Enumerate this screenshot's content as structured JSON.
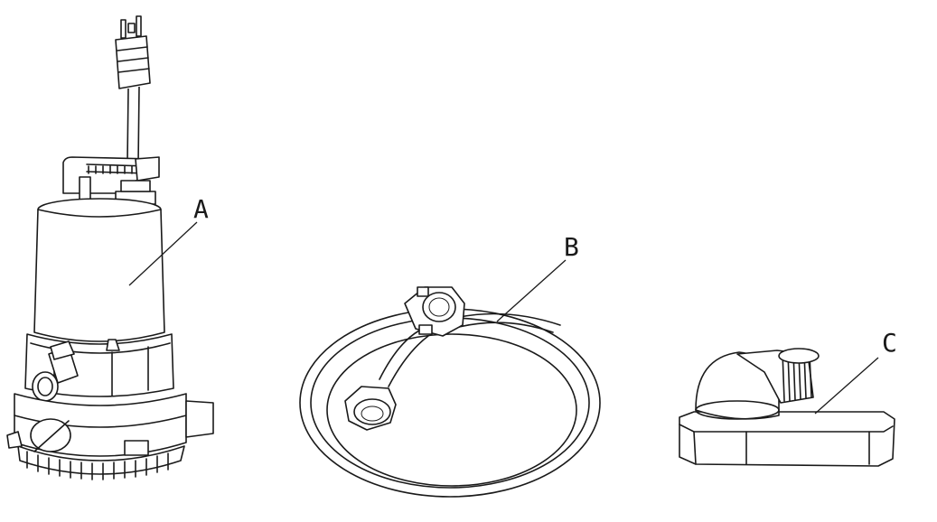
{
  "parts": [
    {
      "id": "A",
      "label": "A"
    },
    {
      "id": "B",
      "label": "B"
    },
    {
      "id": "C",
      "label": "C"
    }
  ],
  "colors": {
    "line": "#1a1a1a",
    "background": "#ffffff"
  }
}
